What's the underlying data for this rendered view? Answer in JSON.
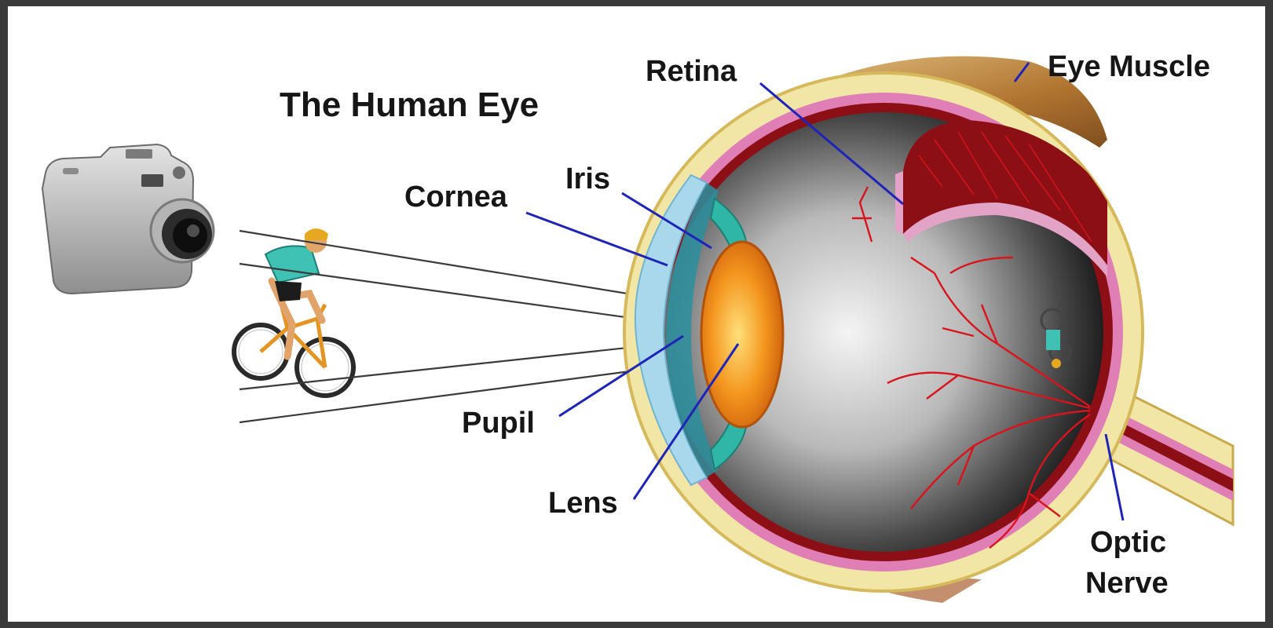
{
  "title": "The Human Eye",
  "labels": {
    "retina": "Retina",
    "eye_muscle": "Eye Muscle",
    "iris": "Iris",
    "cornea": "Cornea",
    "pupil": "Pupil",
    "lens": "Lens",
    "optic": "Optic",
    "nerve": "Nerve"
  },
  "colors": {
    "leader_lines": "#1f24b8",
    "light_rays": "#3b3b3b",
    "sclera": "#f2e6a6",
    "choroid": "#e07fb6",
    "retina_tissue": "#8c0f16",
    "blood_vessels": "#d9141c",
    "lens": "#f08a1c",
    "cornea": "#a9d8ec",
    "iris": "#2fb6a7"
  },
  "icons": [
    "camera-icon",
    "cyclist-icon"
  ]
}
